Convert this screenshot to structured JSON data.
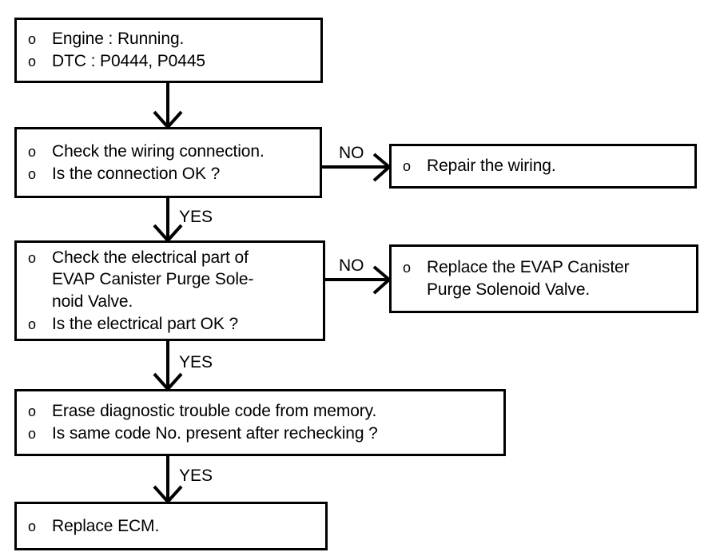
{
  "diagram": {
    "title": "EVAP Canister Purge Solenoid Valve diagnostic flowchart",
    "background_color": "#ffffff",
    "line_color": "#000000",
    "bullet_glyph": "o",
    "nodes": [
      {
        "id": "start",
        "name": "start-conditions-box",
        "lines": [
          {
            "bullet": "o",
            "text": "Engine : Running."
          },
          {
            "bullet": "o",
            "text": "DTC : P0444, P0445"
          }
        ]
      },
      {
        "id": "check-wiring",
        "name": "check-wiring-box",
        "lines": [
          {
            "bullet": "o",
            "text": "Check the wiring connection."
          },
          {
            "bullet": "o",
            "text": "Is the connection OK ?"
          }
        ]
      },
      {
        "id": "repair-wiring",
        "name": "repair-wiring-box",
        "lines": [
          {
            "bullet": "o",
            "text": "Repair the wiring."
          }
        ]
      },
      {
        "id": "check-electrical",
        "name": "check-electrical-part-box",
        "lines": [
          {
            "bullet": "o",
            "text": "Check the electrical part of"
          },
          {
            "bullet": "",
            "text": "EVAP Canister Purge Sole-"
          },
          {
            "bullet": "",
            "text": "noid Valve."
          },
          {
            "bullet": "o",
            "text": "Is the electrical part OK ?"
          }
        ]
      },
      {
        "id": "replace-valve",
        "name": "replace-evap-valve-box",
        "lines": [
          {
            "bullet": "o",
            "text": "Replace the EVAP Canister"
          },
          {
            "bullet": "",
            "text": "Purge Solenoid Valve."
          }
        ]
      },
      {
        "id": "erase-code",
        "name": "erase-code-box",
        "lines": [
          {
            "bullet": "o",
            "text": "Erase diagnostic trouble code from memory."
          },
          {
            "bullet": "o",
            "text": "Is same code No. present after rechecking ?"
          }
        ]
      },
      {
        "id": "replace-ecm",
        "name": "replace-ecm-box",
        "lines": [
          {
            "bullet": "o",
            "text": "Replace ECM."
          }
        ]
      }
    ],
    "connectors": [
      {
        "id": "c1",
        "name": "arrow-start-to-check-wiring",
        "label": ""
      },
      {
        "id": "c2",
        "name": "arrow-check-wiring-no",
        "label": "NO"
      },
      {
        "id": "c3",
        "name": "arrow-check-wiring-yes",
        "label": "YES"
      },
      {
        "id": "c4",
        "name": "arrow-check-electrical-no",
        "label": "NO"
      },
      {
        "id": "c5",
        "name": "arrow-check-electrical-yes",
        "label": "YES"
      },
      {
        "id": "c6",
        "name": "arrow-erase-code-yes",
        "label": "YES"
      }
    ]
  }
}
